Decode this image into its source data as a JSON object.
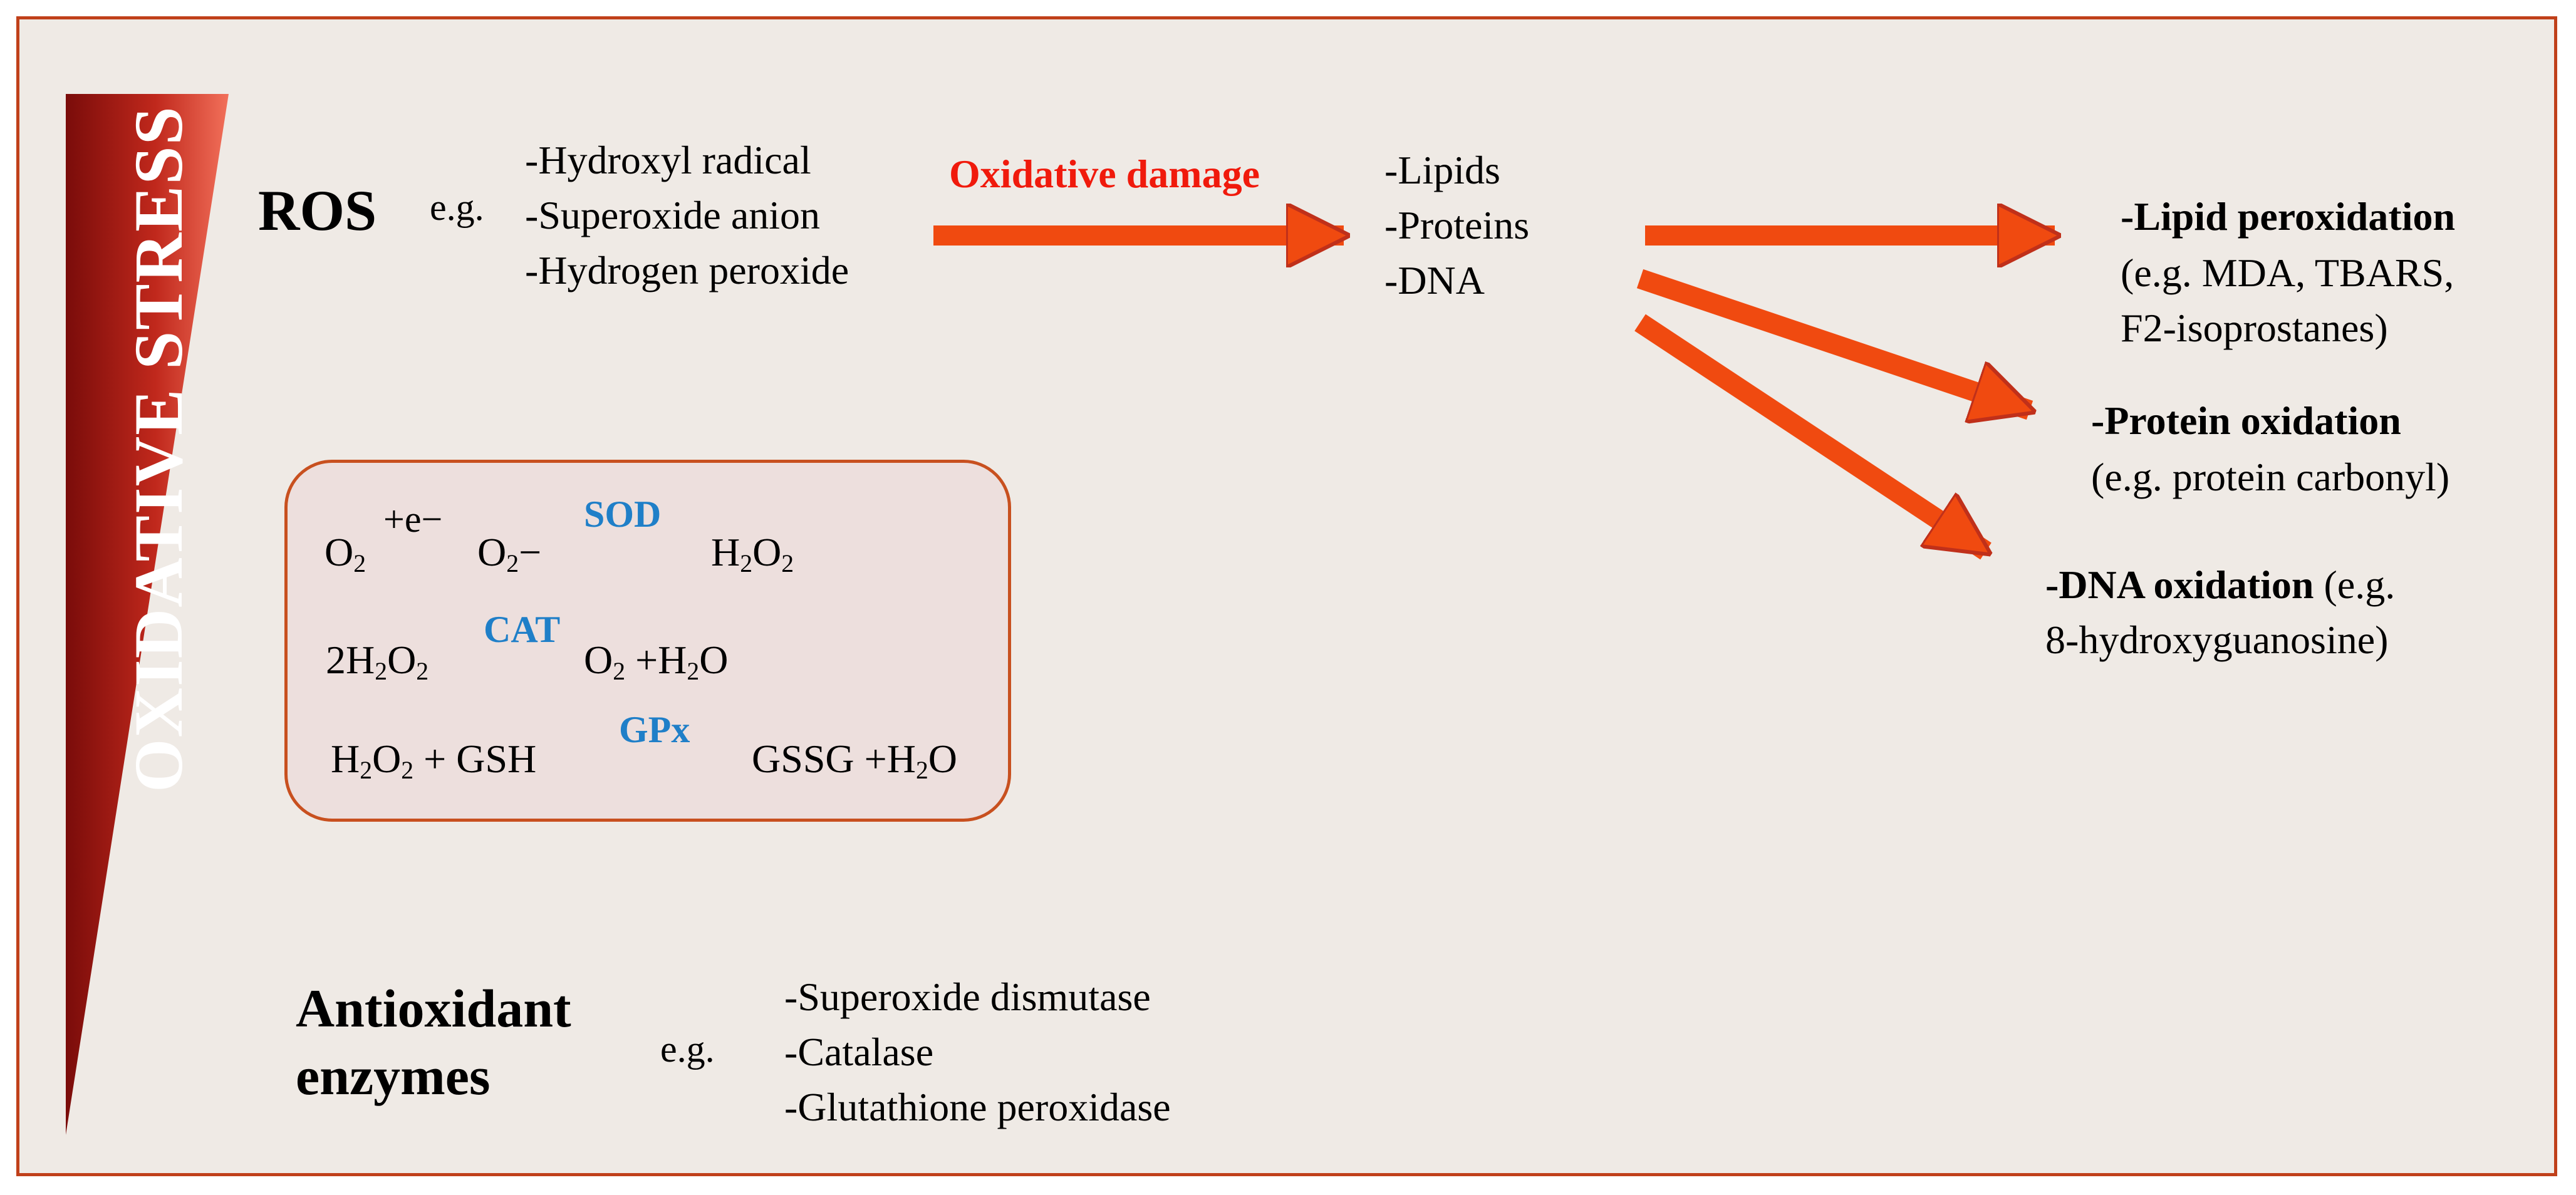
{
  "side_label": "OXIDATIVE STRESS",
  "ros": {
    "title": "ROS",
    "eg": "e.g.",
    "items": [
      "-Hydroxyl radical",
      "-Superoxide anion",
      "-Hydrogen peroxide"
    ]
  },
  "damage": {
    "label": "Oxidative damage",
    "targets": [
      "-Lipids",
      "-Proteins",
      "-DNA"
    ]
  },
  "outcomes": {
    "lipid": {
      "title": "-Lipid peroxidation",
      "lines": [
        "(e.g. MDA, TBARS,",
        "F2-isoprostanes)"
      ]
    },
    "protein": {
      "title": "-Protein oxidation",
      "lines": [
        "(e.g. protein carbonyl)"
      ]
    },
    "dna": {
      "title": "-DNA oxidation",
      "suffix": " (e.g.",
      "lines": [
        "8-hydroxyguanosine)"
      ]
    }
  },
  "reactions": {
    "r1": {
      "o": "O",
      "two": "2",
      "plus_e": "+e−",
      "minus": "−",
      "enzyme": "SOD",
      "h": "H",
      "o2": "O"
    },
    "r2": {
      "coef": "2H",
      "two": "2",
      "o": "O",
      "enzyme": "CAT",
      "prod1": "O",
      "plus_h": " +H",
      "o_end": "O"
    },
    "r3": {
      "h": "H",
      "two": "2",
      "o": "O",
      "gsh": " + GSH",
      "enzyme": "GPx",
      "gssg": "GSSG +H",
      "o_end": "O"
    }
  },
  "antioxidant": {
    "title_line1": "Antioxidant",
    "title_line2": "enzymes",
    "eg": "e.g.",
    "items": [
      "-Superoxide dismutase",
      "-Catalase",
      "-Glutathione peroxidase"
    ]
  },
  "colors": {
    "arrow": "#f04a10",
    "arrow_edge": "#c0301a",
    "enzyme": "#1f7fc8",
    "damage": "#f01a0c",
    "frame": "#c0401a"
  }
}
